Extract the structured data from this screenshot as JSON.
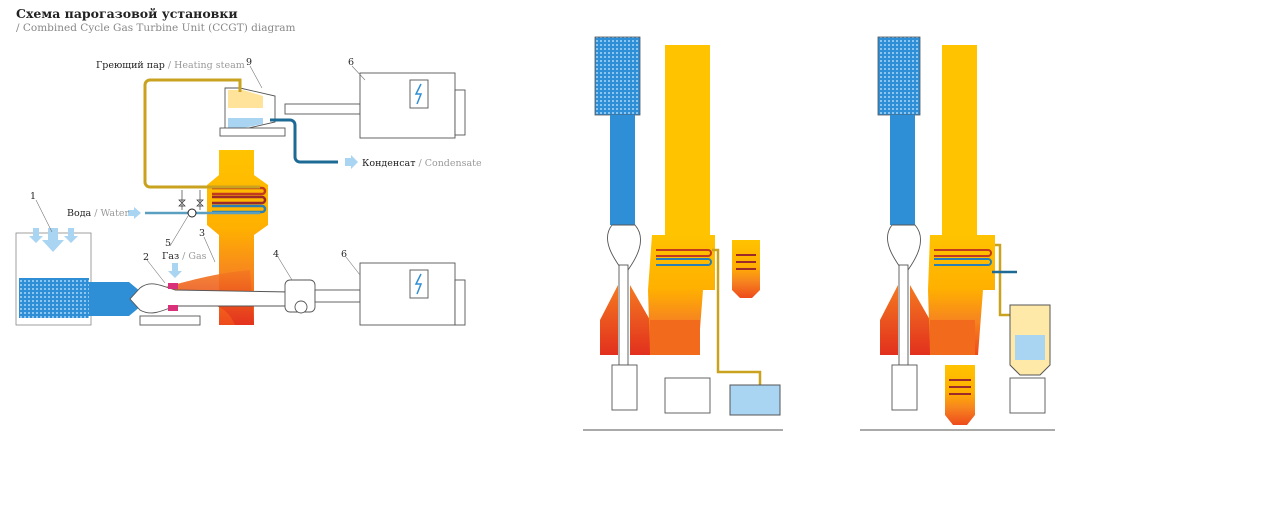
{
  "header": {
    "title": "Схема парогазовой установки",
    "subtitle": "/ Combined Cycle Gas Turbine Unit (CCGT) diagram"
  },
  "labels": {
    "heating_steam_ru": "Греющий пар",
    "heating_steam_en": "/ Heating steam",
    "water_ru": "Вода",
    "water_en": "/ Water",
    "gas_ru": "Газ",
    "gas_en": "/ Gas",
    "condensate_ru": "Конденсат",
    "condensate_en": "/ Condensate"
  },
  "numbers": {
    "air_intake": "1",
    "combustor": "2",
    "hrsg": "3",
    "gearbox": "4",
    "pump": "5",
    "generator_top": "6",
    "generator_bottom": "6",
    "steam_turbine": "9"
  },
  "colors": {
    "air_blue": "#2f8fd6",
    "light_blue": "#a9d4f2",
    "steam_yellow": "#ffc300",
    "hot_orange": "#f26a1b",
    "hot_red": "#e23a1e",
    "condensate_blue": "#1e6a96",
    "combustor_magenta": "#d8317a"
  }
}
